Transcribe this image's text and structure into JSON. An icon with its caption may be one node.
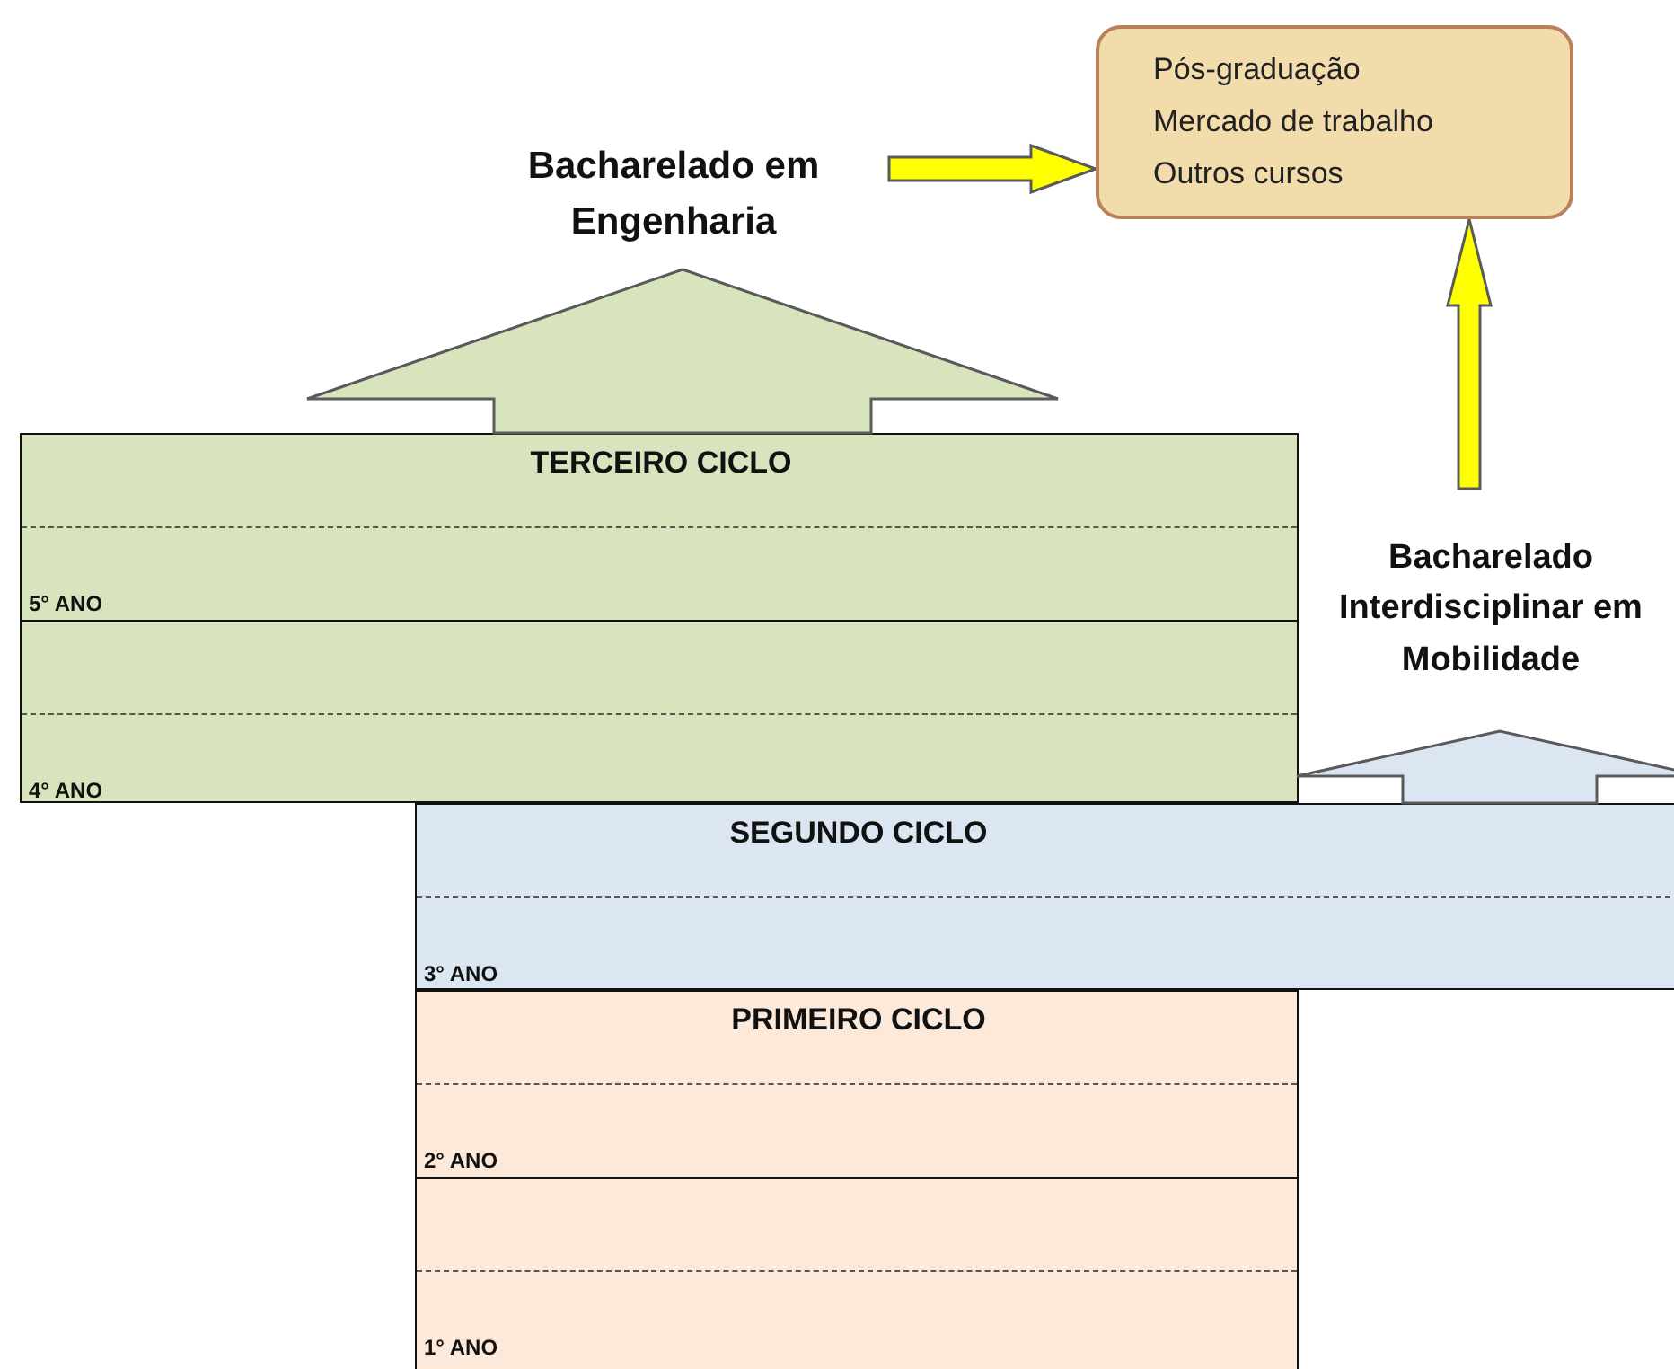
{
  "diagram": {
    "nodes": [
      {
        "text": [
          "Bacharelado em Engenharia"
        ]
      },
      {
        "text": [
          "Pós-graduação",
          "Mercado de trabalho",
          "Outros cursos"
        ]
      },
      {
        "text": [
          "Bacharelado Interdisciplinar em Mobilidade"
        ]
      },
      {
        "text": [
          "TERCEIRO CICLO",
          "5° ANO",
          "4° ANO"
        ]
      },
      {
        "text": [
          "SEGUNDO CICLO",
          "3° ANO"
        ]
      },
      {
        "text": [
          "PRIMEIRO CICLO",
          "2° ANO",
          "1° ANO"
        ]
      }
    ],
    "edges": [
      {
        "from": 3,
        "to": 0,
        "arrow": "to",
        "style": "thick",
        "color": "#d7e4bd"
      },
      {
        "from": 0,
        "to": 1,
        "arrow": "to",
        "style": "thick",
        "color": "#ffff00"
      },
      {
        "from": 2,
        "to": 1,
        "arrow": "to",
        "style": "thick",
        "color": "#ffff00"
      },
      {
        "from": 4,
        "to": 2,
        "arrow": "to",
        "style": "thick",
        "color": "#dce6f2"
      }
    ]
  }
}
